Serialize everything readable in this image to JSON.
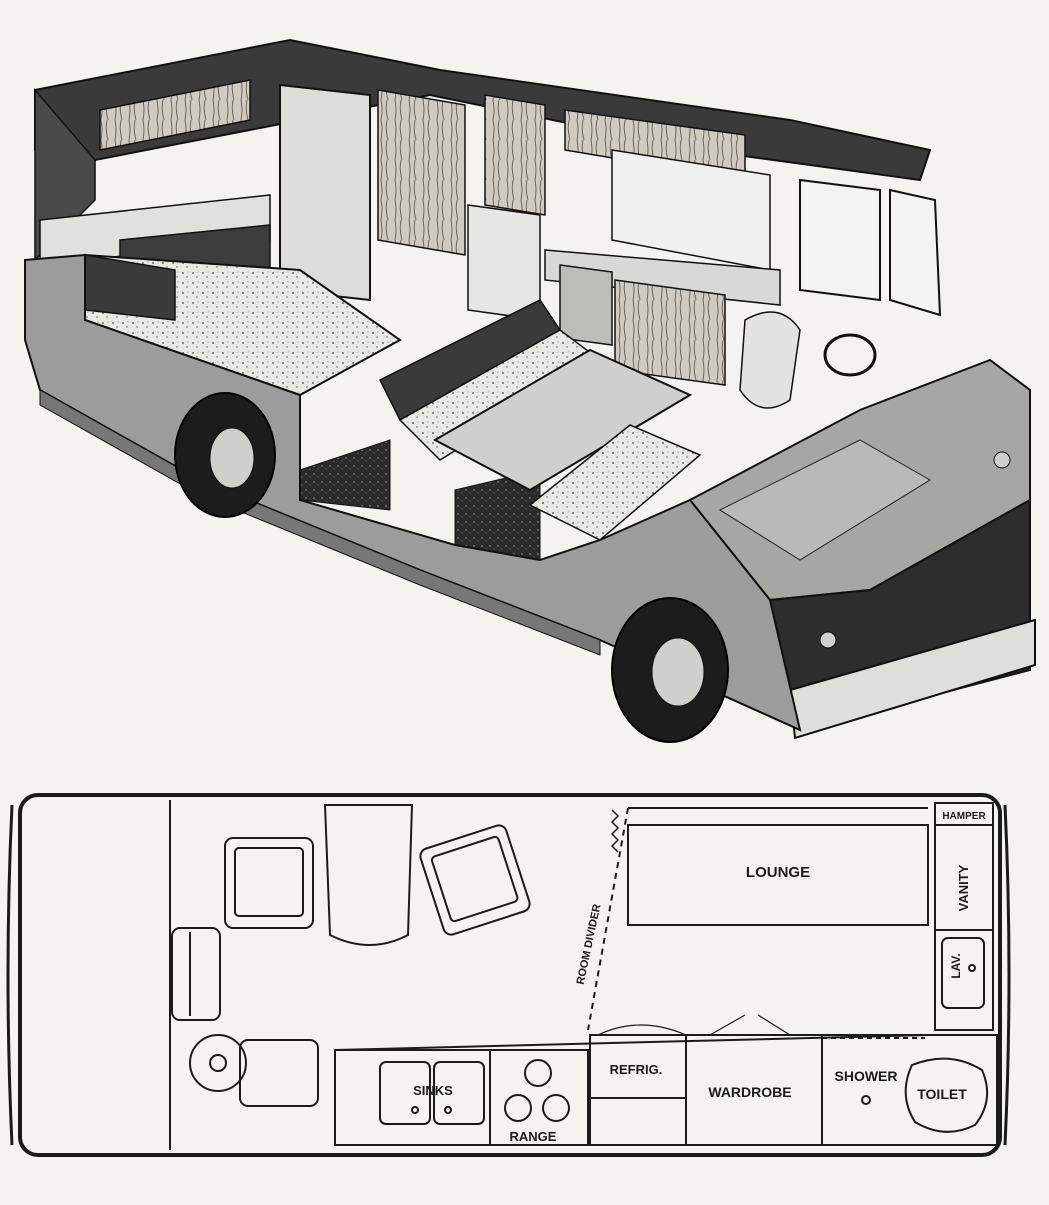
{
  "diagram": {
    "labels": {
      "lounge": "LOUNGE",
      "hamper": "HAMPER",
      "vanity": "VANITY",
      "lav": "LAV.",
      "room_divider": "ROOM DIVIDER",
      "refrig": "REFRIG.",
      "wardrobe": "WARDROBE",
      "shower": "SHOWER",
      "toilet": "TOILET",
      "sinks": "SINKS",
      "range": "RANGE"
    }
  },
  "colors": {
    "ink": "#1b1b1b",
    "paper": "#f4f3ef",
    "body": "#9c9c9c",
    "dark": "#2a2a2a"
  }
}
